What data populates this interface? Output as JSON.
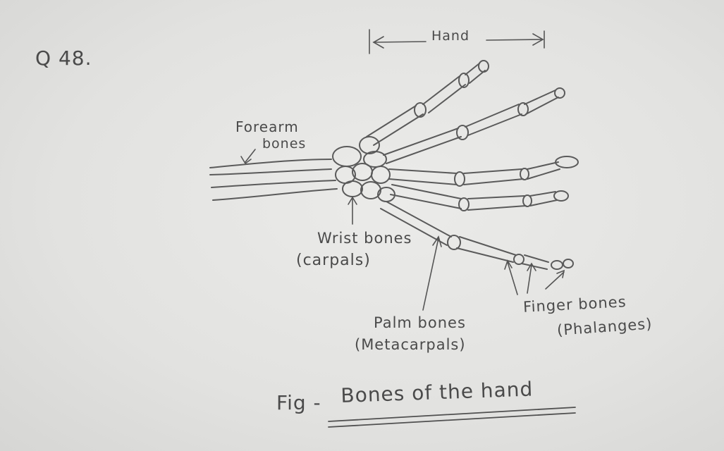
{
  "question_number": "Q 48.",
  "labels": {
    "hand": "Hand",
    "forearm_line1": "Forearm",
    "forearm_line2": "bones",
    "wrist_line1": "Wrist bones",
    "wrist_line2": "(carpals)",
    "palm_line1": "Palm bones",
    "palm_line2": "(Metacarpals)",
    "finger_line1": "Finger bones",
    "finger_line2": "(Phalanges)"
  },
  "caption": {
    "prefix": "Fig -",
    "title": "Bones of the hand"
  },
  "colors": {
    "pencil": "#555555",
    "paper": "#e4e4e2"
  }
}
